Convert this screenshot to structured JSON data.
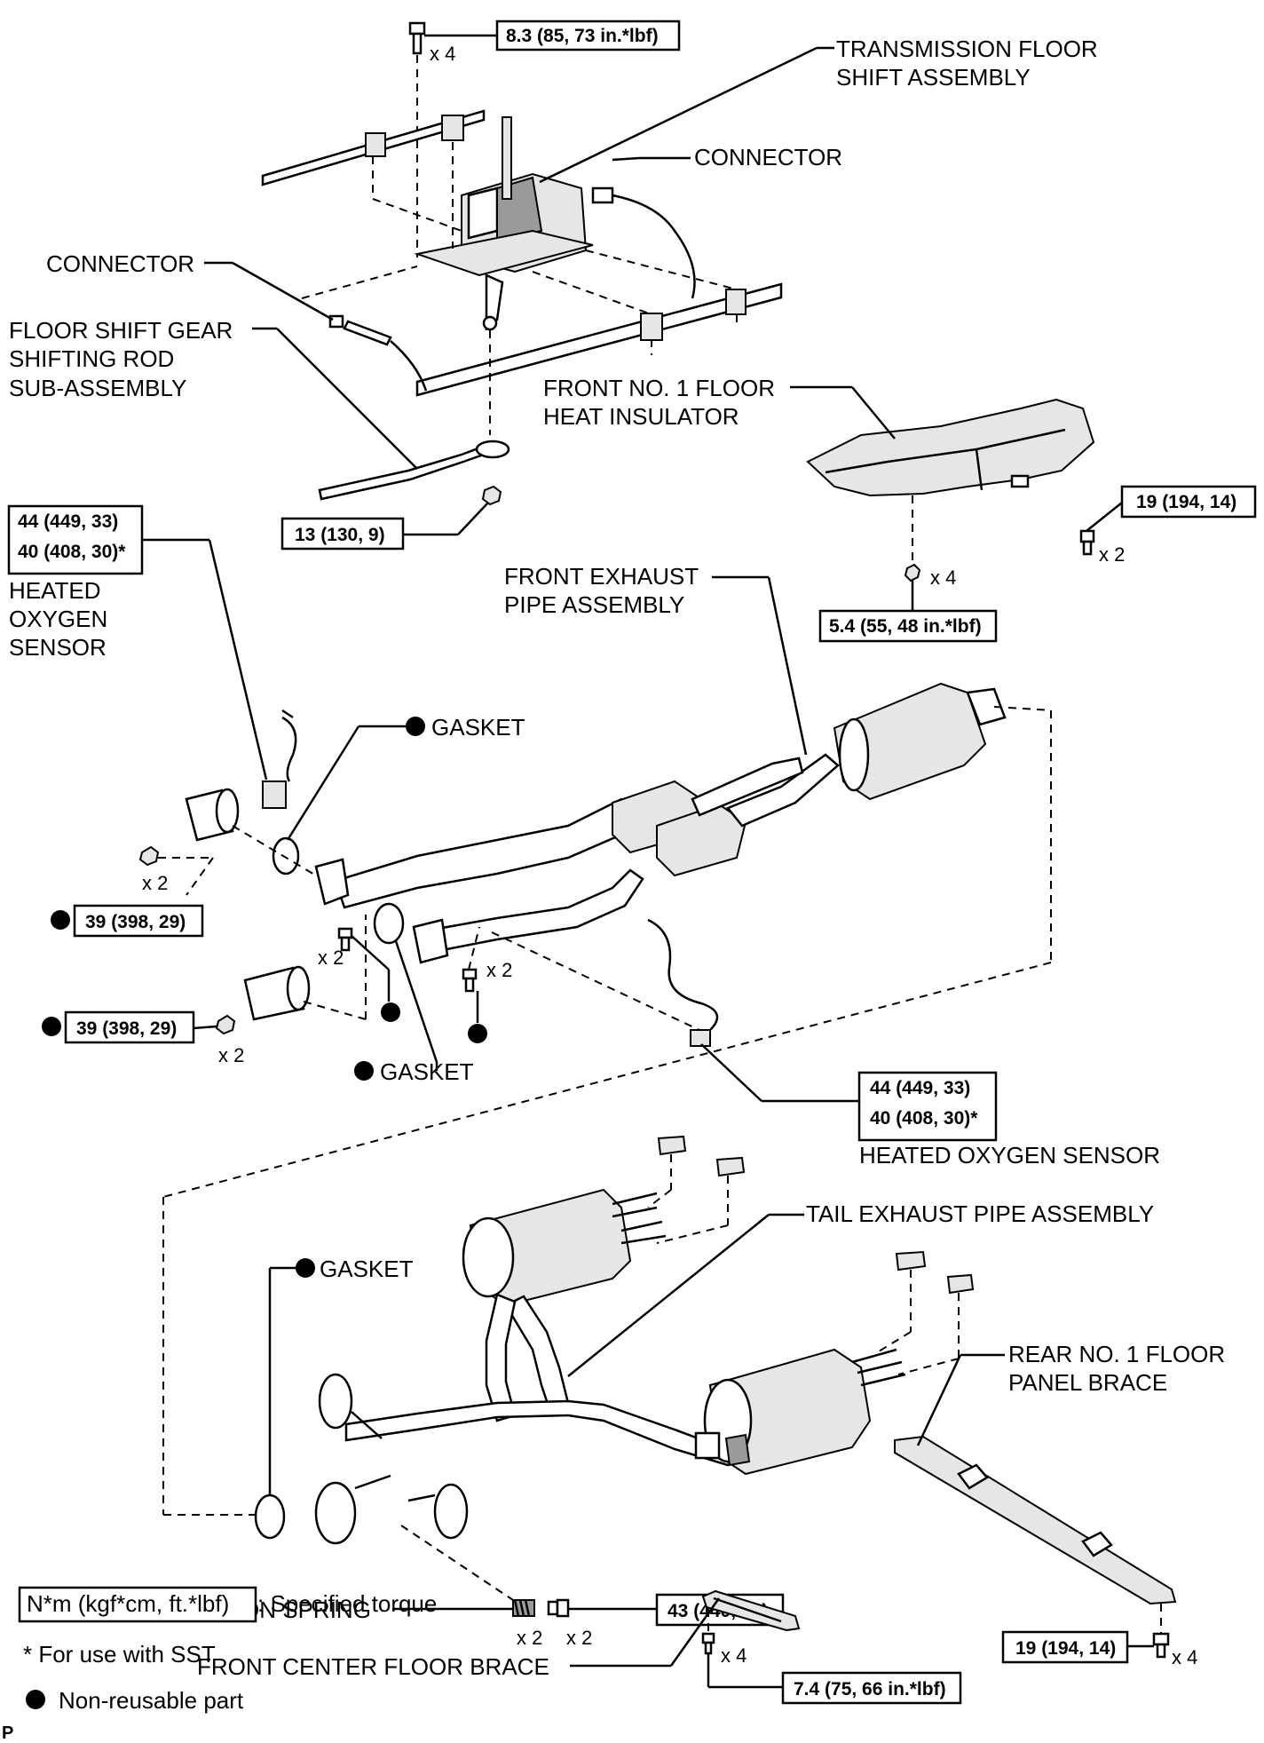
{
  "labels": {
    "transmission_floor_shift": [
      "TRANSMISSION FLOOR",
      "SHIFT ASSEMBLY"
    ],
    "connector_upper": "CONNECTOR",
    "connector_left": "CONNECTOR",
    "floor_shift_rod": [
      "FLOOR SHIFT GEAR",
      "SHIFTING ROD",
      "SUB-ASSEMBLY"
    ],
    "front_heat_insulator": [
      "FRONT NO. 1 FLOOR",
      "HEAT INSULATOR"
    ],
    "heated_oxygen_sensor_left": [
      "HEATED",
      "OXYGEN",
      "SENSOR"
    ],
    "front_exhaust_pipe": [
      "FRONT EXHAUST",
      "PIPE ASSEMBLY"
    ],
    "gasket_1": "GASKET",
    "gasket_2": "GASKET",
    "gasket_3": "GASKET",
    "heated_oxygen_sensor_right": "HEATED OXYGEN SENSOR",
    "tail_exhaust_pipe": "TAIL EXHAUST PIPE ASSEMBLY",
    "rear_floor_panel_brace": [
      "REAR NO. 1 FLOOR",
      "PANEL BRACE"
    ],
    "compression_spring": "COMPRESSION SPRING",
    "front_center_floor_brace": "FRONT CENTER FLOOR BRACE"
  },
  "torques": {
    "shift_bolt": "8.3 (85, 73 in.*lbf)",
    "rod_nut": "13 (130, 9)",
    "insulator_bolt": "19 (194, 14)",
    "insulator_nut": "5.4 (55, 48 in.*lbf)",
    "sensor_left_1": "44 (449, 33)",
    "sensor_left_2": "40 (408, 30)*",
    "nut_upper": "39 (398, 29)",
    "nut_lower": "39 (398, 29)",
    "sensor_right_1": "44 (449, 33)",
    "sensor_right_2": "40 (408, 30)*",
    "spring_bolt": "43 (440, 32)",
    "center_brace_bolt": "7.4 (75, 66 in.*lbf)",
    "rear_brace_bolt": "19 (194, 14)"
  },
  "counts": {
    "shift_bolt": "x 4",
    "insulator_bolt": "x 2",
    "insulator_nut": "x 4",
    "nut_upper": "x 2",
    "bolt_mid_left": "x 2",
    "bolt_mid_right": "x 2",
    "nut_lower": "x 2",
    "spring": "x 2",
    "spring_bolt": "x 2",
    "center_brace_bolt": "x 4",
    "rear_brace_bolt": "x 4"
  },
  "legend": {
    "torque_box": "N*m (kgf*cm, ft.*lbf)",
    "torque_desc": ": Specified torque",
    "sst_note": "* For use with SST",
    "nonreusable": "Non-reusable part"
  },
  "corner_mark": "P"
}
